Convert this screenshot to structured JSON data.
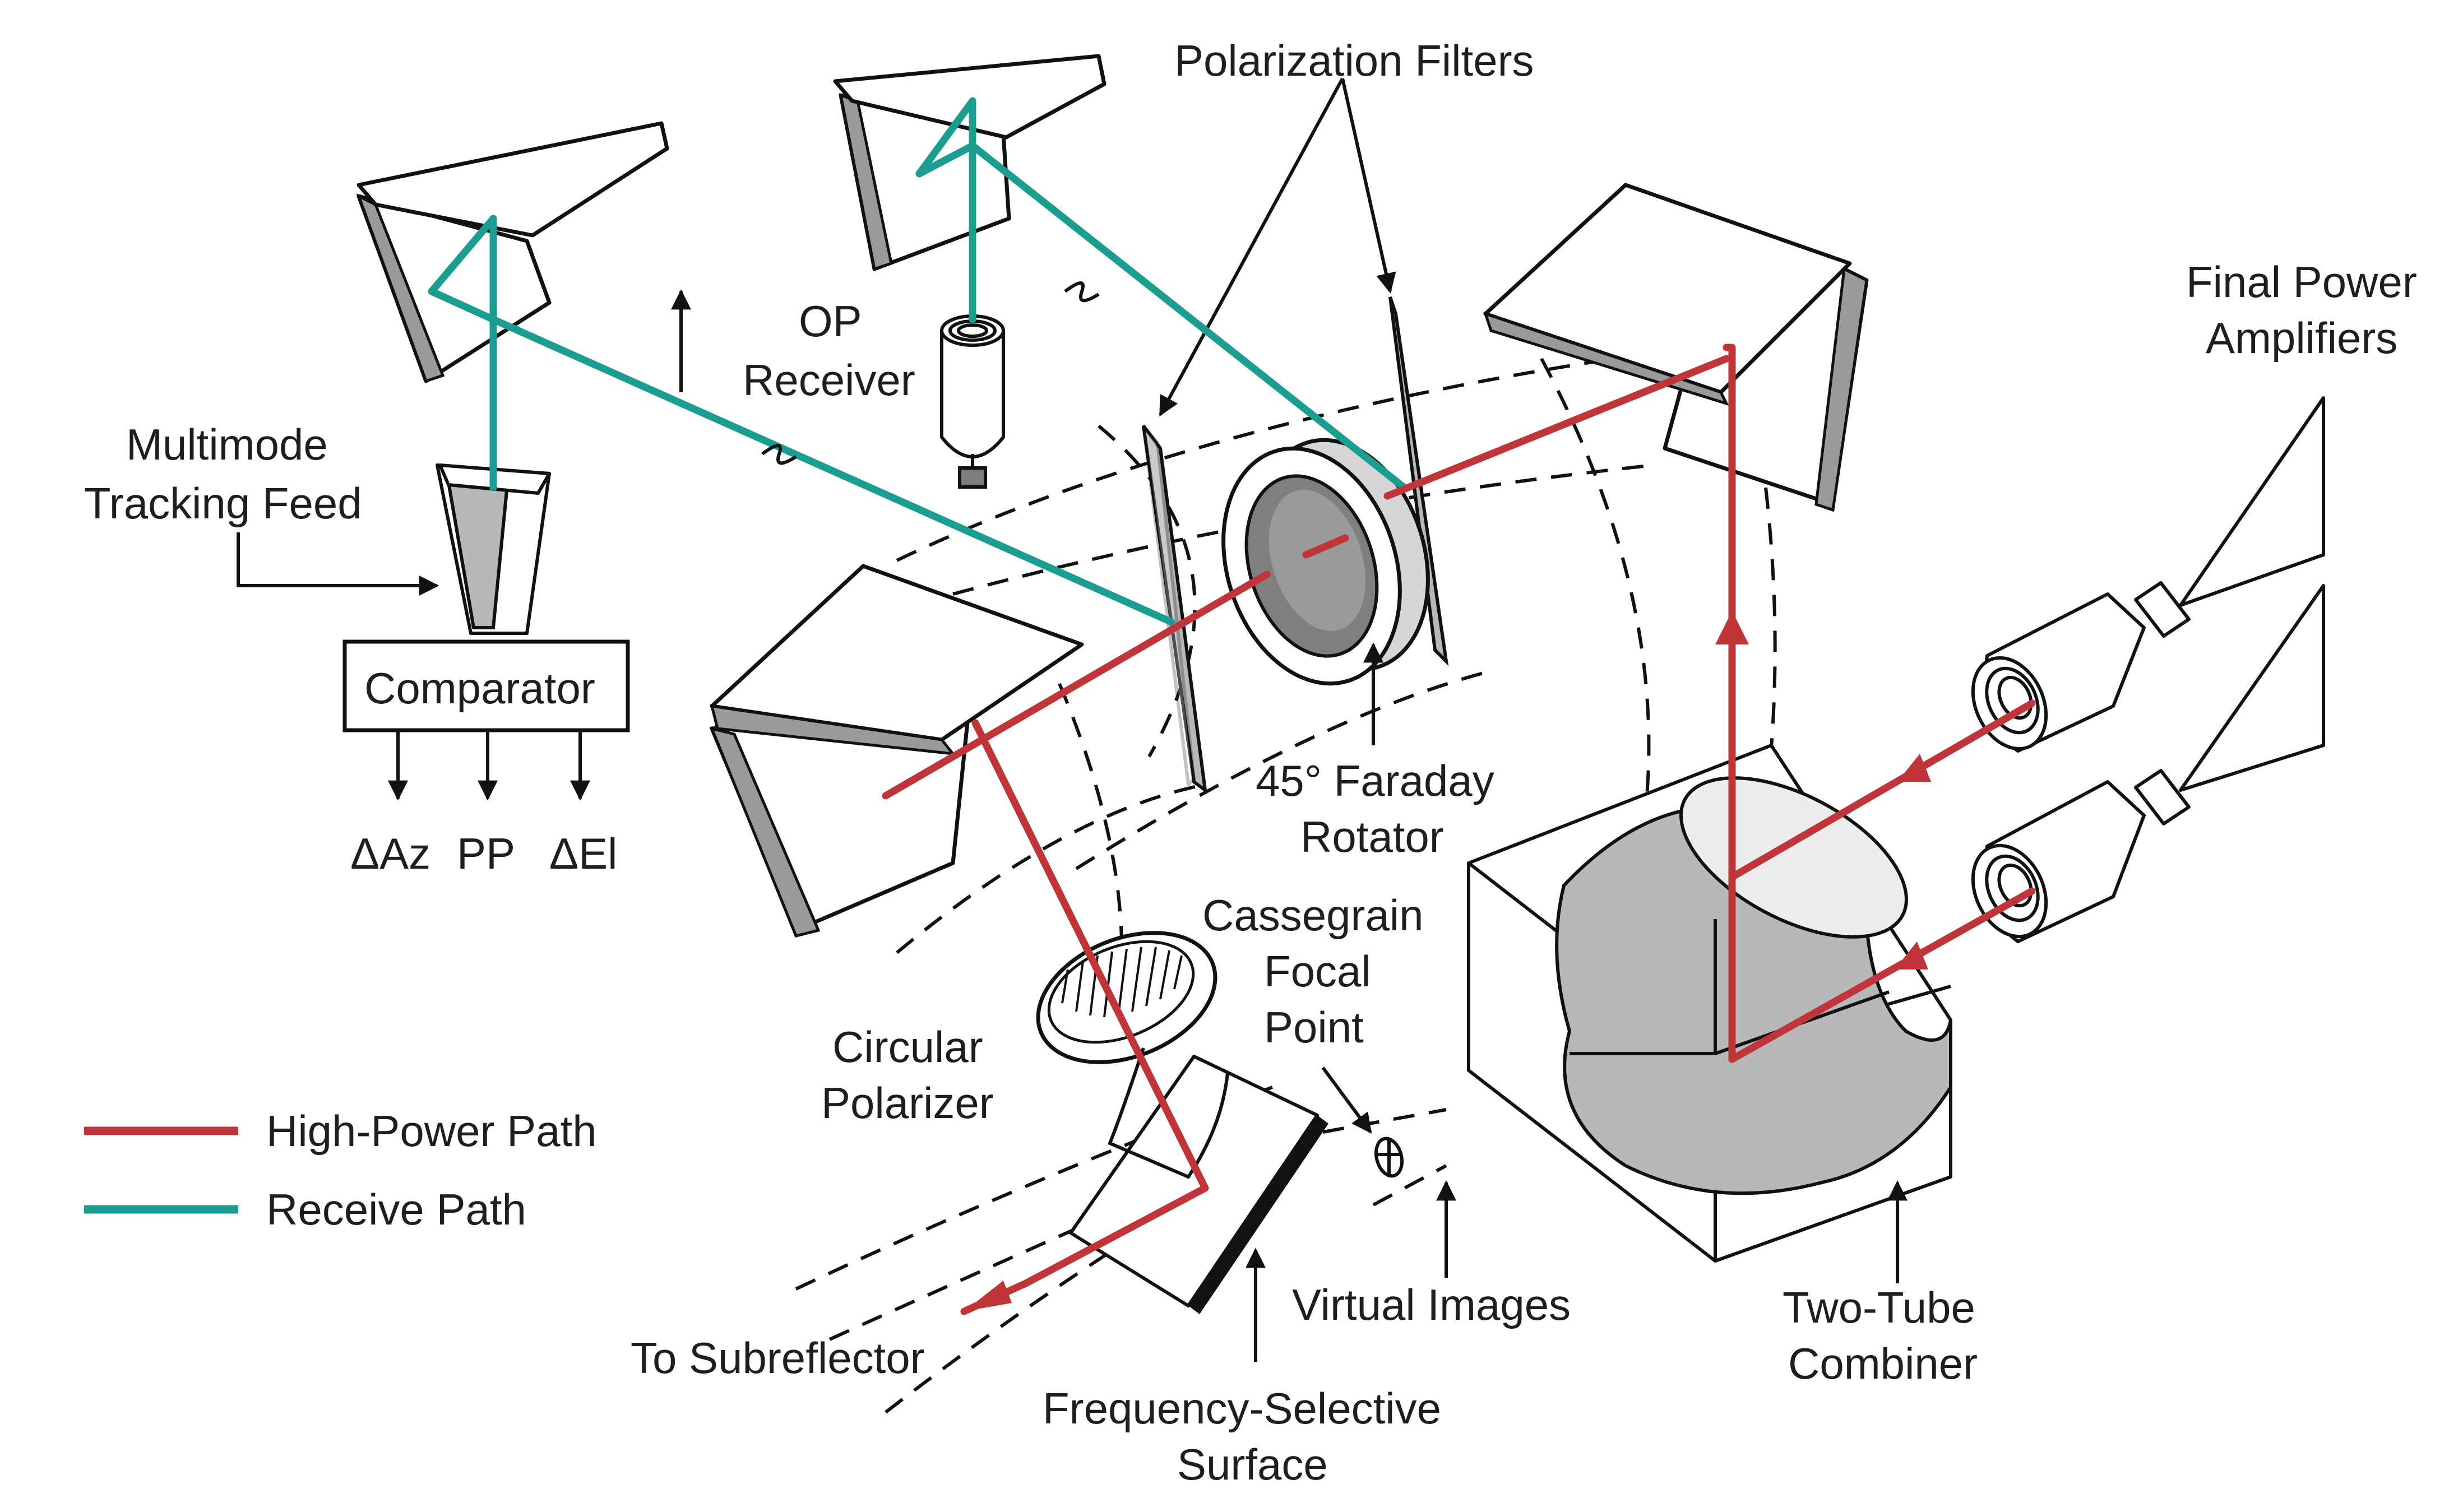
{
  "labels": {
    "polarization_filters": "Polarization Filters",
    "final_power_line1": "Final Power",
    "final_power_line2": "Amplifiers",
    "op_line1": "OP",
    "op_line2": "Receiver",
    "multimode_line1": "Multimode",
    "multimode_line2": "Tracking Feed",
    "comparator": "Comparator",
    "delta_az": "ΔAz",
    "pp": "PP",
    "delta_el": "ΔEl",
    "faraday_line1": "45° Faraday",
    "faraday_line2": "Rotator",
    "cassegrain_line1": "Cassegrain",
    "cassegrain_line2": "Focal",
    "cassegrain_line3": "Point",
    "circular_line1": "Circular",
    "circular_line2": "Polarizer",
    "virtual_images": "Virtual Images",
    "two_tube_line1": "Two-Tube",
    "two_tube_line2": "Combiner",
    "to_subreflector": "To Subreflector",
    "fss_line1": "Frequency-Selective",
    "fss_line2": "Surface"
  },
  "legend": {
    "items": [
      {
        "label": "High-Power Path",
        "color": "#c0353a"
      },
      {
        "label": "Receive Path",
        "color": "#1b9e8f"
      }
    ]
  },
  "colors": {
    "high_power": "#c0353a",
    "receive": "#1b9e8f"
  }
}
